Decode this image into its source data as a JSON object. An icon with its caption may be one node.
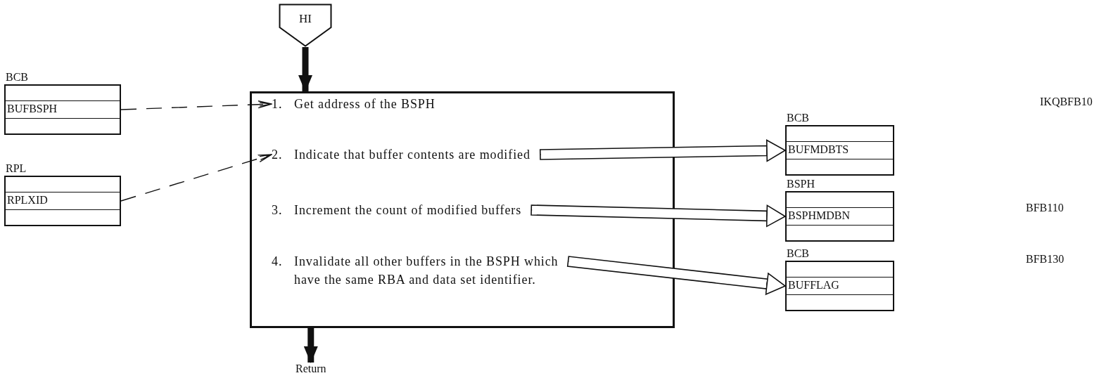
{
  "diagram": {
    "nodes": [
      {
        "text": [
          "HI"
        ]
      },
      {
        "text": [],
        "shape": "box"
      },
      {
        "text": [
          "1.",
          "Get address of the BSPH"
        ],
        "in": 1
      },
      {
        "text": [
          "2.",
          "Indicate that buffer contents are modified"
        ],
        "in": 1
      },
      {
        "text": [
          "3.",
          "Increment the count of modified buffers"
        ],
        "in": 1
      },
      {
        "text": [
          "4.",
          "Invalidate all other buffers in the BSPH which have the same RBA and data set identifier."
        ],
        "in": 1
      },
      {
        "text": [
          "BCB",
          "BUFBSPH"
        ]
      },
      {
        "text": [
          "RPL",
          "RPLXID"
        ]
      },
      {
        "text": [
          "BCB",
          "BUFMDBTS"
        ]
      },
      {
        "text": [
          "BSPH",
          "BSPHMDBN"
        ]
      },
      {
        "text": [
          "BCB",
          "BUFFLAG"
        ]
      },
      {
        "text": [
          "Return"
        ]
      }
    ],
    "edges": [
      {
        "from": 0,
        "to": 1,
        "arrow": "to",
        "style": "thick"
      },
      {
        "from": 6,
        "to": 2,
        "arrow": "to",
        "style": "dashed"
      },
      {
        "from": 7,
        "to": 3,
        "arrow": "to",
        "style": "dashed"
      },
      {
        "from": 3,
        "to": 8,
        "arrow": "to"
      },
      {
        "from": 4,
        "to": 9,
        "arrow": "to"
      },
      {
        "from": 5,
        "to": 10,
        "arrow": "to"
      },
      {
        "from": 1,
        "to": 11,
        "arrow": "to",
        "style": "thick"
      }
    ],
    "labels": [
      "IKQBFB10",
      "BFB110",
      "BFB130"
    ]
  }
}
